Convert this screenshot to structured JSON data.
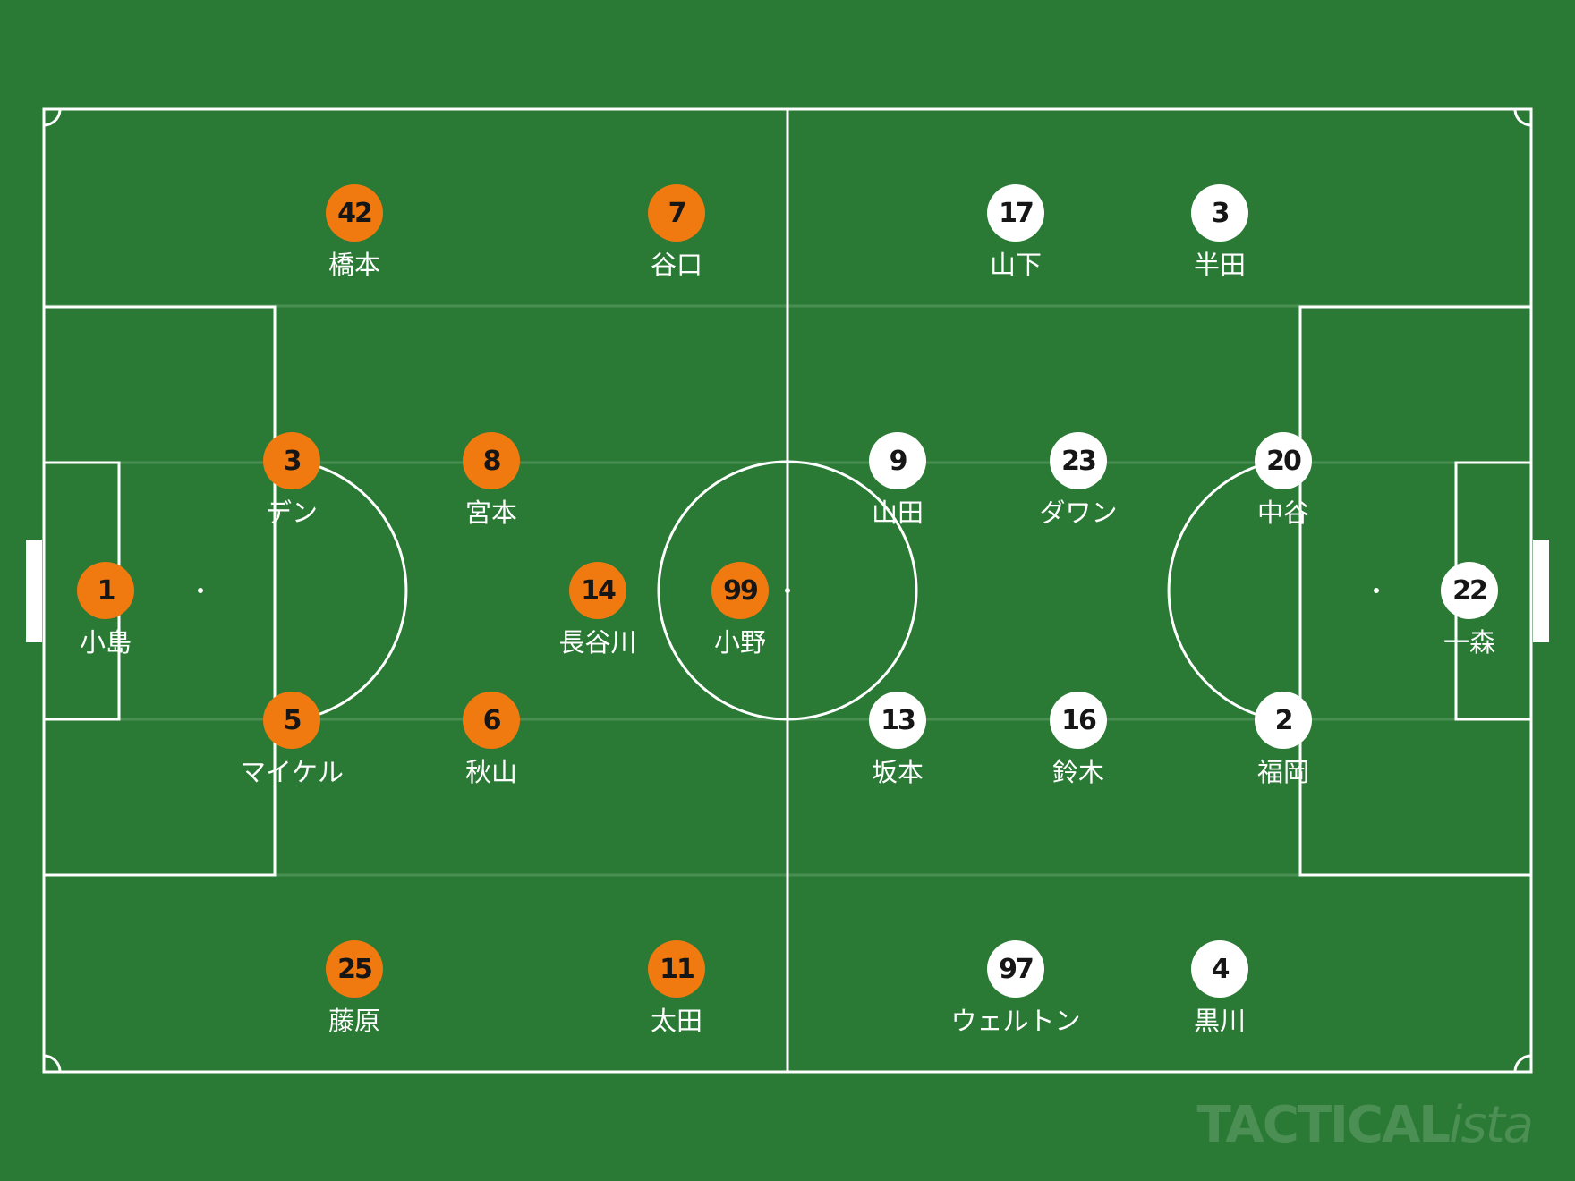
{
  "colors": {
    "pitch": "#2a7a35",
    "lines": "#ffffff",
    "home": "#f07a10",
    "away": "#ffffff",
    "number_text": "#161616"
  },
  "watermark": {
    "main": "TACTICAL",
    "suffix": "ista"
  },
  "home_team": [
    {
      "number": "1",
      "name": "小島"
    },
    {
      "number": "3",
      "name": "デン"
    },
    {
      "number": "5",
      "name": "マイケル"
    },
    {
      "number": "42",
      "name": "橋本"
    },
    {
      "number": "25",
      "name": "藤原"
    },
    {
      "number": "8",
      "name": "宮本"
    },
    {
      "number": "6",
      "name": "秋山"
    },
    {
      "number": "14",
      "name": "長谷川"
    },
    {
      "number": "99",
      "name": "小野"
    },
    {
      "number": "7",
      "name": "谷口"
    },
    {
      "number": "11",
      "name": "太田"
    }
  ],
  "away_team": [
    {
      "number": "22",
      "name": "一森"
    },
    {
      "number": "20",
      "name": "中谷"
    },
    {
      "number": "2",
      "name": "福岡"
    },
    {
      "number": "9",
      "name": "山田"
    },
    {
      "number": "13",
      "name": "坂本"
    },
    {
      "number": "23",
      "name": "ダワン"
    },
    {
      "number": "16",
      "name": "鈴木"
    },
    {
      "number": "17",
      "name": "山下"
    },
    {
      "number": "3",
      "name": "半田"
    },
    {
      "number": "97",
      "name": "ウェルトン"
    },
    {
      "number": "4",
      "name": "黒川"
    }
  ]
}
